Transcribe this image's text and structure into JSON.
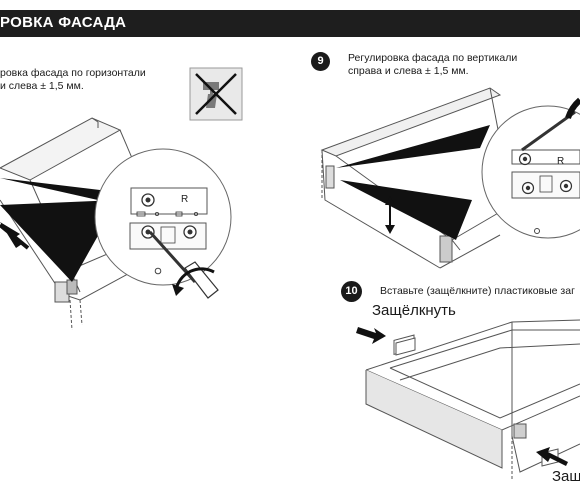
{
  "header": {
    "title": "РОВКА ФАСАДА"
  },
  "step8": {
    "line1": "ровка фасада по горизонтали",
    "line2": "и слева ± 1,5 мм."
  },
  "step9": {
    "number": "9",
    "line1": "Регулировка фасада по вертикали",
    "line2": "справа и слева ± 1,5 мм."
  },
  "step10": {
    "number": "10",
    "text": "Вставьте (защёлкните) пластиковые заг"
  },
  "detail_label": "R",
  "callouts": {
    "snap_top": "Защёлкнуть",
    "snap_bottom": "Защ"
  }
}
